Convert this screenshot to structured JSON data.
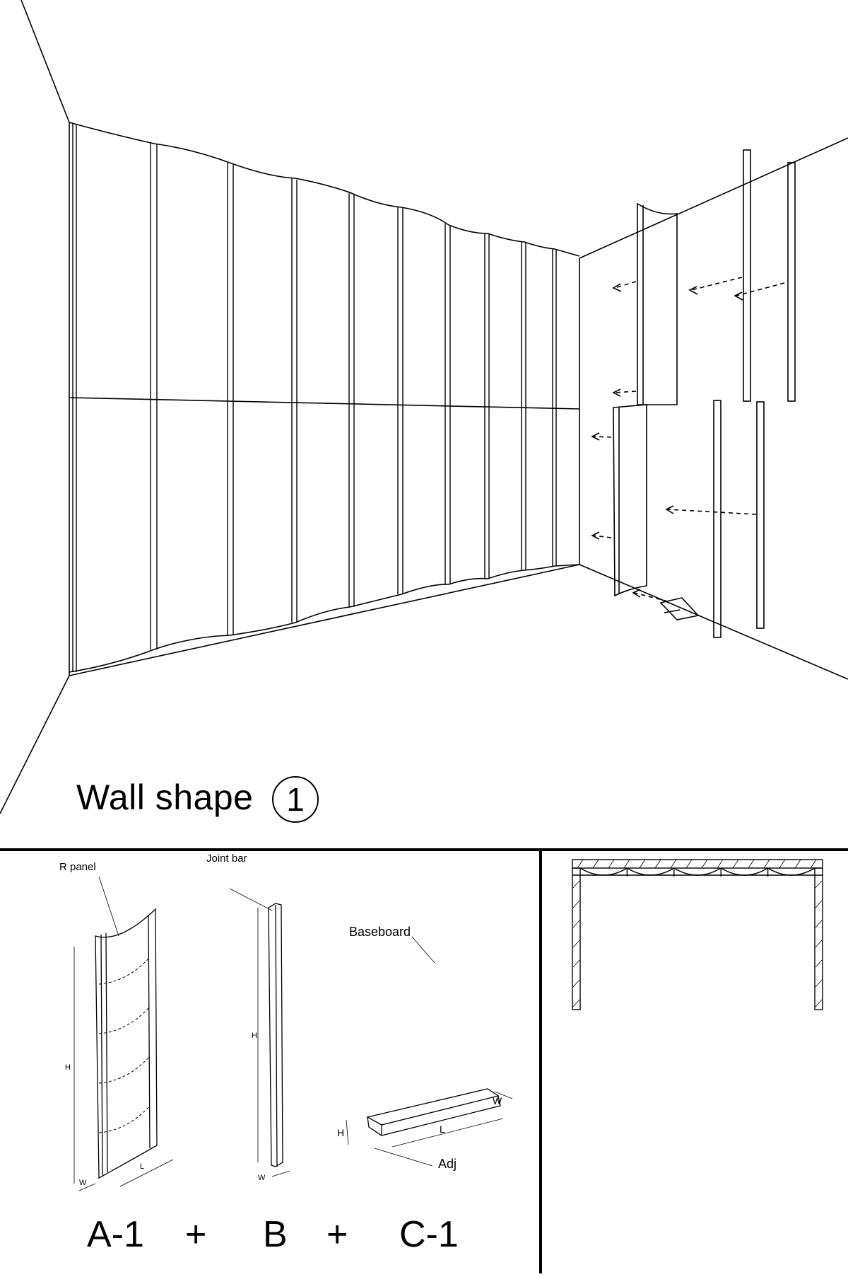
{
  "title": {
    "text": "Wall shape",
    "number": "1"
  },
  "labels": {
    "r_panel": "R panel",
    "joint_bar": "Joint bar",
    "baseboard": "Baseboard",
    "adj": "Adj",
    "dim_h": "H",
    "dim_l": "L",
    "dim_w": "W"
  },
  "formula": {
    "a": "A-1",
    "plus1": "+",
    "b": "B",
    "plus2": "+",
    "c": "C-1"
  },
  "colors": {
    "line": "#000000",
    "background": "#ffffff"
  }
}
